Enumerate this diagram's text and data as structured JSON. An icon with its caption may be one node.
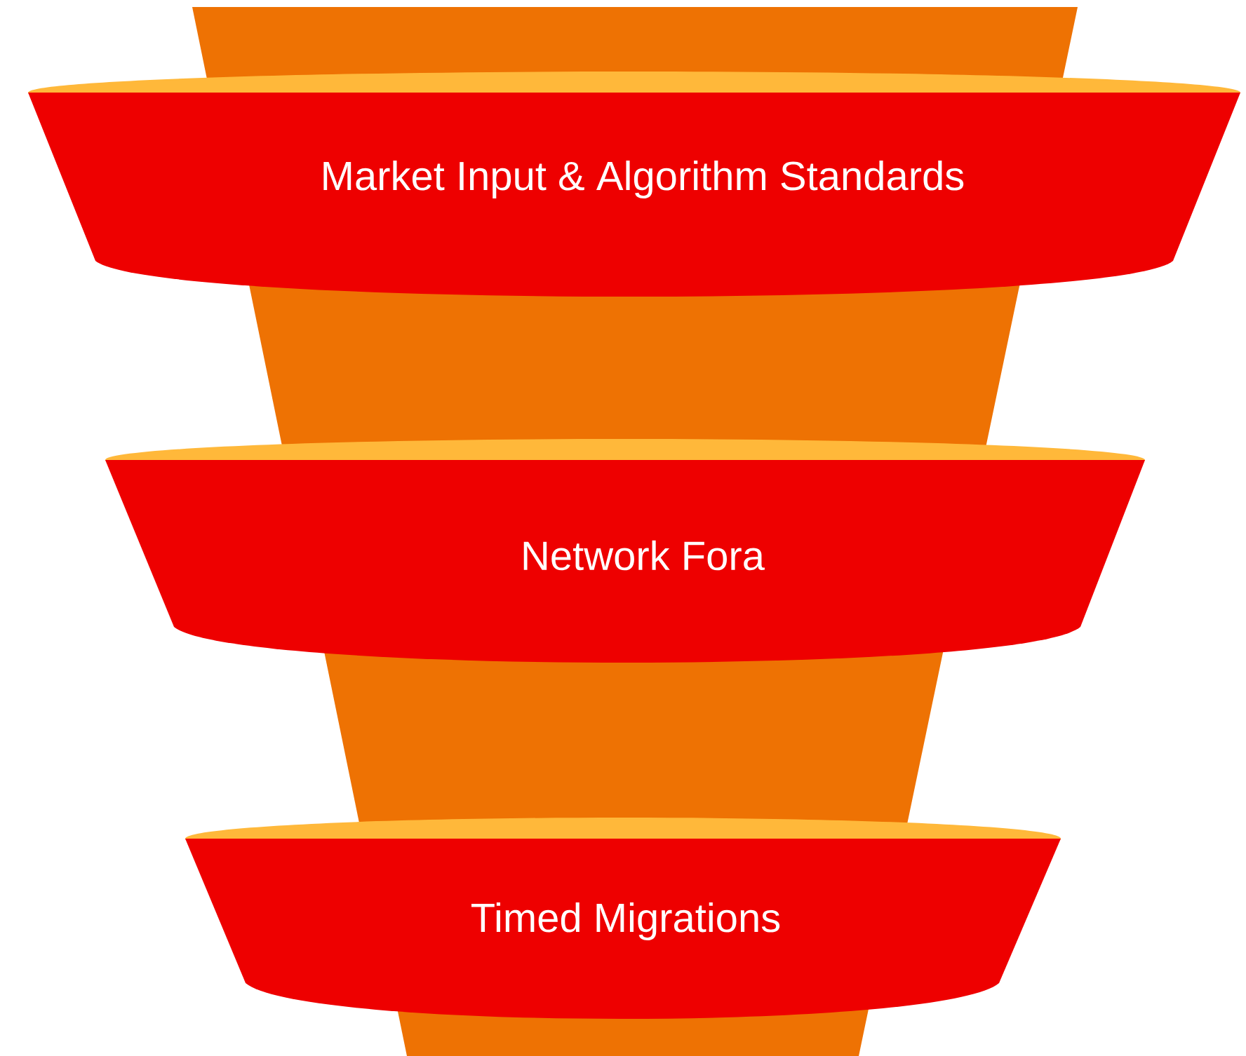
{
  "diagram": {
    "nodes": [
      {
        "text": [
          "Market Input & Algorithm Standards"
        ]
      },
      {
        "text": [
          "Network Fora"
        ]
      },
      {
        "text": [
          "Timed Migrations"
        ]
      }
    ]
  }
}
